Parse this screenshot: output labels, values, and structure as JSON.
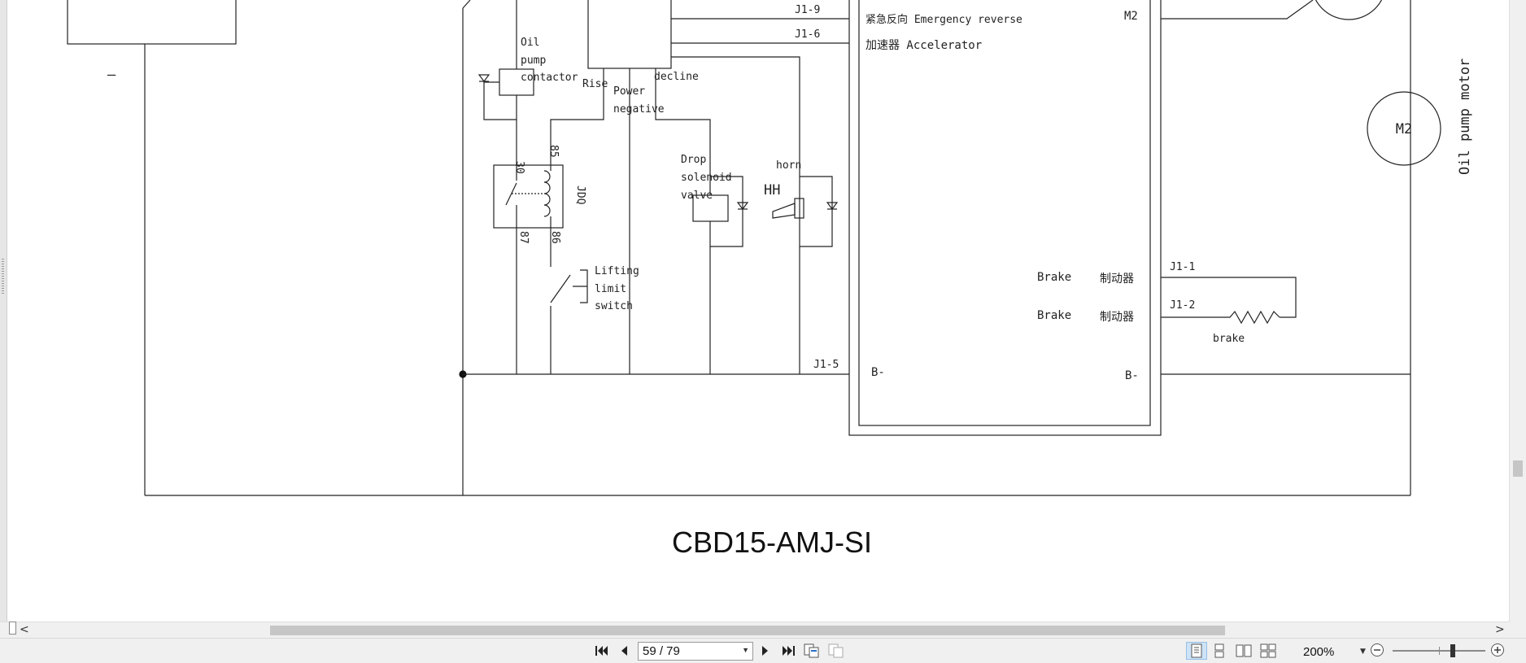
{
  "drawing": {
    "title": "CBD15-AMJ-SI",
    "minus_sign": "—",
    "labels": {
      "j1_9": "J1-9",
      "j1_6": "J1-6",
      "j1_5": "J1-5",
      "j1_1": "J1-1",
      "j1_2": "J1-2",
      "emergency_reverse": "紧急反向 Emergency reverse",
      "accelerator": "加速器 Accelerator",
      "m2_controller": "M2",
      "m2_motor": "M2",
      "oil_pump_motor": "Oil pump motor",
      "oil_pump_contactor": [
        "Oil",
        "pump",
        "contactor"
      ],
      "rise": "Rise",
      "power_negative": [
        "Power",
        "negative"
      ],
      "decline": "decline",
      "drop_solenoid_valve": [
        "Drop",
        "solenoid",
        "valve"
      ],
      "horn": "horn",
      "hh": "HH",
      "relay_30": "30",
      "relay_85": "85",
      "relay_87": "87",
      "relay_86": "86",
      "relay_name": "JDQ",
      "lifting_limit_switch": [
        "Lifting",
        "limit",
        "switch"
      ],
      "brake_1_en": "Brake",
      "brake_1_cn": "制动器",
      "brake_2_en": "Brake",
      "brake_2_cn": "制动器",
      "brake_resistor": "brake",
      "b_minus_left": "B-",
      "b_minus_right": "B-"
    }
  },
  "scrollbars": {
    "left_arrow": "<",
    "right_arrow": ">"
  },
  "toolbar": {
    "page_value": "59 / 79",
    "zoom_value": "200%"
  },
  "icons": {
    "first_page": "first-page-icon",
    "prev_page": "prev-page-icon",
    "next_page": "next-page-icon",
    "last_page": "last-page-icon",
    "zoom_out": "zoom-out-icon",
    "zoom_in": "zoom-in-icon"
  }
}
